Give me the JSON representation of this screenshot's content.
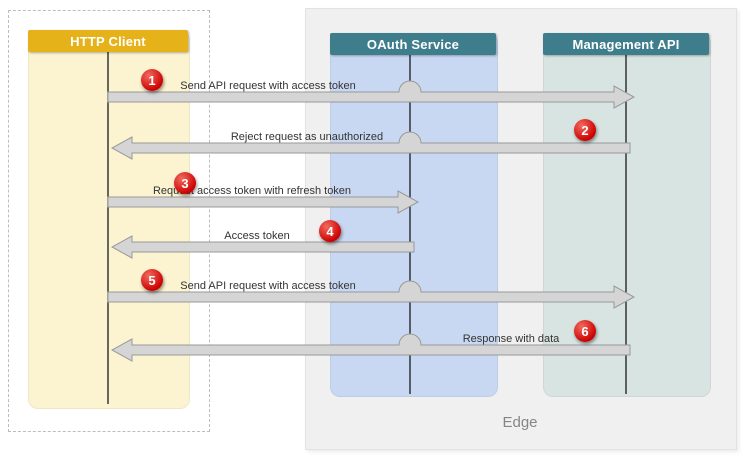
{
  "diagram": {
    "actors": [
      {
        "id": "http-client",
        "label": "HTTP Client"
      },
      {
        "id": "oauth-service",
        "label": "OAuth Service"
      },
      {
        "id": "management-api",
        "label": "Management API"
      }
    ],
    "zone_label": "Edge",
    "messages": [
      {
        "step": "1",
        "label": "Send API request with access token",
        "from": "http-client",
        "to": "management-api"
      },
      {
        "step": "2",
        "label": "Reject request as unauthorized",
        "from": "management-api",
        "to": "http-client"
      },
      {
        "step": "3",
        "label": "Request access token with refresh token",
        "from": "http-client",
        "to": "oauth-service"
      },
      {
        "step": "4",
        "label": "Access token",
        "from": "oauth-service",
        "to": "http-client"
      },
      {
        "step": "5",
        "label": "Send API request with access token",
        "from": "http-client",
        "to": "management-api"
      },
      {
        "step": "6",
        "label": "Response with data",
        "from": "management-api",
        "to": "http-client"
      }
    ],
    "colors": {
      "client_header": "#e6b219",
      "client_lane": "#fcf3d1",
      "service_header": "#3e7e8c",
      "oauth_lane": "#c8d8f2",
      "api_lane": "#d8e4e1",
      "edge_bg": "#f0f0f0",
      "arrow_fill": "#d5d5d5",
      "arrow_stroke": "#999999",
      "badge": "#cc0000"
    }
  }
}
